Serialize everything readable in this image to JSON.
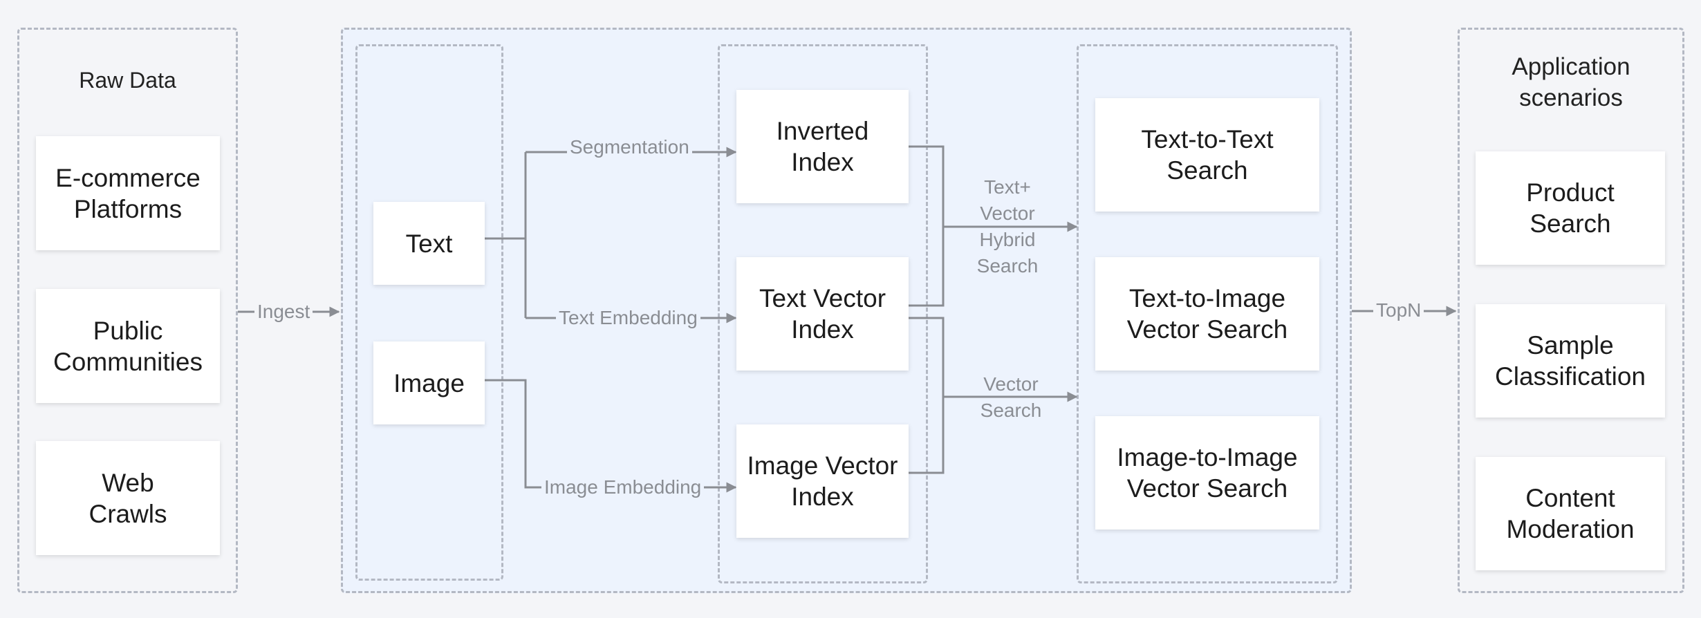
{
  "raw_data": {
    "title": "Raw Data",
    "sources": [
      "E-commerce\nPlatforms",
      "Public\nCommunities",
      "Web\nCrawls"
    ]
  },
  "ingest_label": "Ingest",
  "modalities": [
    "Text",
    "Image"
  ],
  "edge_labels": {
    "segmentation": "Segmentation",
    "text_embedding": "Text Embedding",
    "image_embedding": "Image Embedding",
    "hybrid": "Text+\nVector\nHybrid\nSearch",
    "vector": "Vector\nSearch"
  },
  "indexes": [
    "Inverted\nIndex",
    "Text Vector\nIndex",
    "Image Vector\nIndex"
  ],
  "searches": [
    "Text-to-Text\nSearch",
    "Text-to-Image\nVector Search",
    "Image-to-Image\nVector Search"
  ],
  "topn_label": "TopN",
  "applications": {
    "title": "Application\nscenarios",
    "items": [
      "Product\nSearch",
      "Sample\nClassification",
      "Content\nModeration"
    ]
  },
  "colors": {
    "line": "#8a8d93",
    "dashed_border": "#b3b8c3",
    "panel_tint": "#edf3fd",
    "page_bg": "#f4f5f8"
  }
}
